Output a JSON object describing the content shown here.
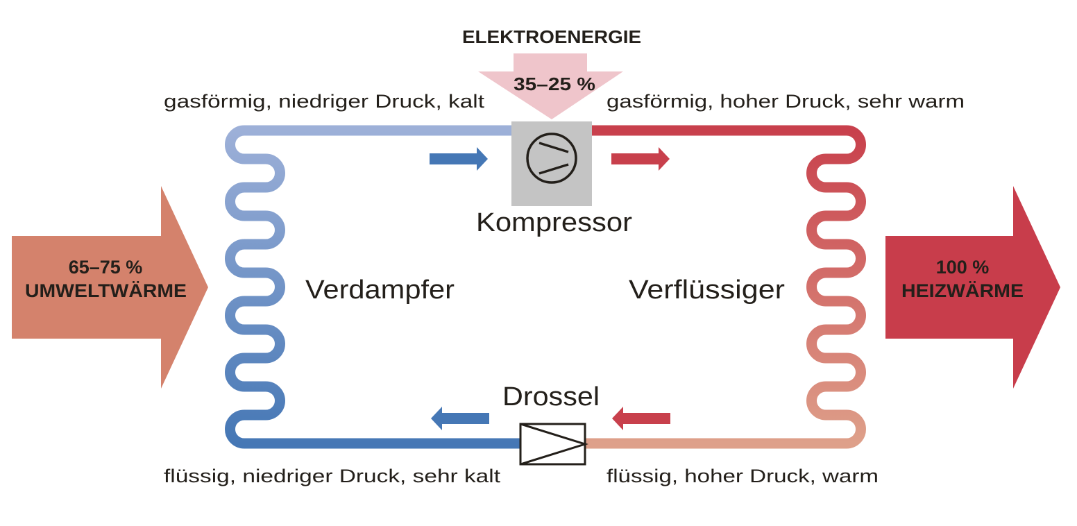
{
  "input_energy": {
    "title": "ELEKTROENERGIE",
    "percent": "35–25 %",
    "color": "#efc5cb"
  },
  "ambient_heat": {
    "percent": "65–75 %",
    "label": "UMWELTWÄRME",
    "color": "#d4826c"
  },
  "heating_output": {
    "percent": "100 %",
    "label": "HEIZWÄRME",
    "color": "#c83d4b"
  },
  "components": {
    "compressor": "Kompressor",
    "evaporator": "Verdampfer",
    "condenser": "Verflüssiger",
    "throttle": "Drossel"
  },
  "states": {
    "top_left": "gasförmig, niedriger Druck, kalt",
    "top_right": "gasförmig, hoher Druck, sehr warm",
    "bottom_left": "flüssig, niedriger Druck, sehr kalt",
    "bottom_right": "flüssig, hoher Druck, warm"
  },
  "colors": {
    "cold_light": "#9db0d8",
    "cold_dark": "#4577b5",
    "hot_dark": "#c8404c",
    "hot_light": "#dea08a",
    "compressor_box": "#c4c4c4"
  }
}
